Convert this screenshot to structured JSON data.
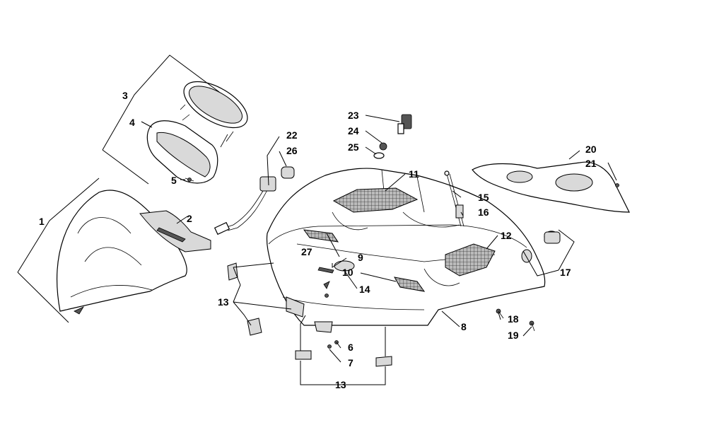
{
  "callouts": {
    "c1": "1",
    "c2": "2",
    "c3": "3",
    "c4": "4",
    "c5": "5",
    "c6": "6",
    "c7": "7",
    "c8": "8",
    "c9": "9",
    "c10": "10",
    "c11": "11",
    "c12": "12",
    "c13a": "13",
    "c13b": "13",
    "c14": "14",
    "c15": "15",
    "c16": "16",
    "c17": "17",
    "c18": "18",
    "c19": "19",
    "c20": "20",
    "c21": "21",
    "c22": "22",
    "c23": "23",
    "c24": "24",
    "c25": "25",
    "c26": "26",
    "c27": "27"
  }
}
